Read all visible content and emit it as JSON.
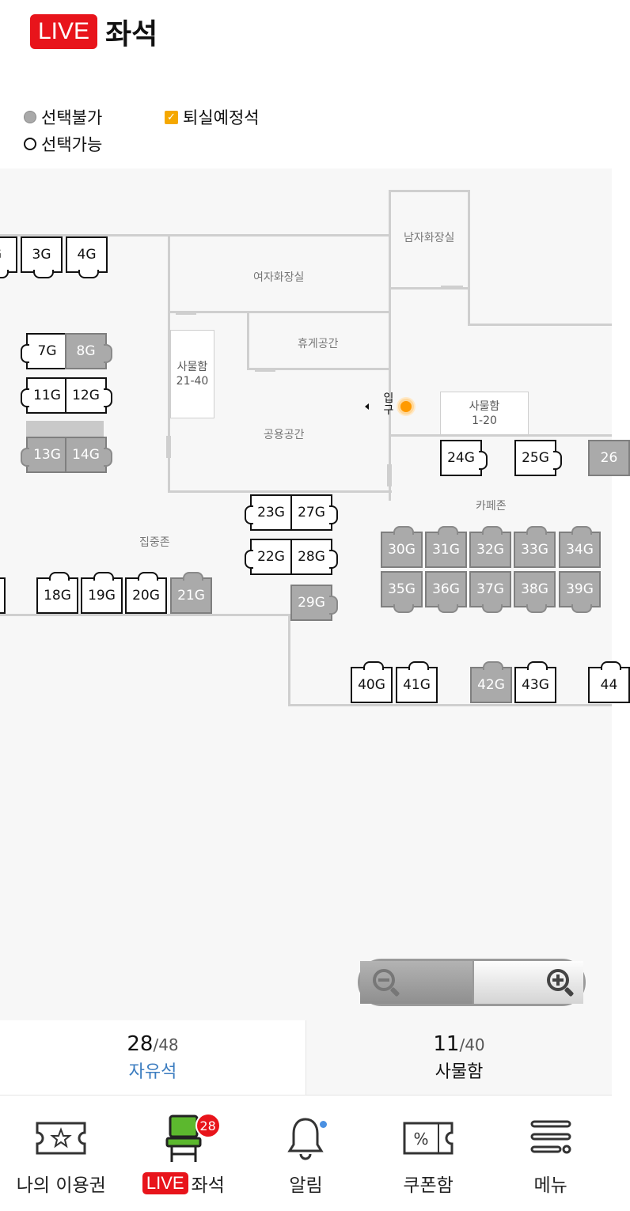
{
  "header": {
    "live": "LIVE",
    "title": "좌석"
  },
  "legend": {
    "unavailable": "선택불가",
    "available": "선택가능",
    "leaving": "퇴실예정석",
    "leaving_color": "#f5a800"
  },
  "rooms": {
    "men_restroom": "남자화장실",
    "women_restroom": "여자화장실",
    "lounge": "휴게공간",
    "common_space": "공용공간",
    "focus_zone": "집중존",
    "cafe_zone": "카페존",
    "locker_a": "사물함",
    "locker_a_range": "21-40",
    "locker_b": "사물함",
    "locker_b_range": "1-20",
    "entrance_1": "입",
    "entrance_2": "구"
  },
  "seats": {
    "s2": "G",
    "s3": "3G",
    "s4": "4G",
    "s7": "7G",
    "s8": "8G",
    "s11": "11G",
    "s12": "12G",
    "s13": "13G",
    "s14": "14G",
    "s18": "18G",
    "s19": "19G",
    "s20": "20G",
    "s21": "21G",
    "s22": "22G",
    "s23": "23G",
    "s27": "27G",
    "s28": "28G",
    "s29": "29G",
    "s24": "24G",
    "s25": "25G",
    "s26": "26",
    "s30": "30G",
    "s31": "31G",
    "s32": "32G",
    "s33": "33G",
    "s34": "34G",
    "s35": "35G",
    "s36": "36G",
    "s37": "37G",
    "s38": "38G",
    "s39": "39G",
    "s40": "40G",
    "s41": "41G",
    "s42": "42G",
    "s43": "43G",
    "s44": "44"
  },
  "summary": {
    "free": {
      "current": "28",
      "total": "/48",
      "label": "자유석"
    },
    "locker": {
      "current": "11",
      "total": "/40",
      "label": "사물함"
    }
  },
  "nav": {
    "my_pass": "나의 이용권",
    "live": "LIVE",
    "seat": "좌석",
    "seat_badge": "28",
    "alerts": "알림",
    "coupons": "쿠폰함",
    "coupon_icon_text": "%",
    "menu": "메뉴",
    "active_color": "#5cb82e"
  }
}
